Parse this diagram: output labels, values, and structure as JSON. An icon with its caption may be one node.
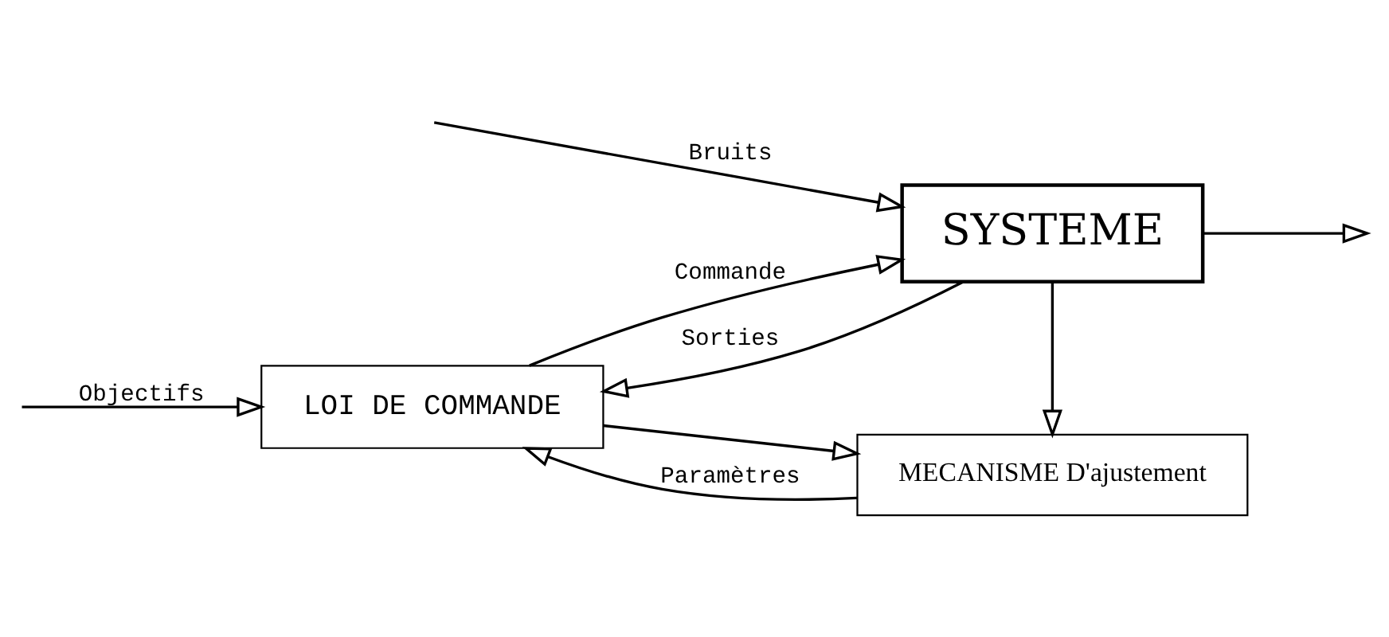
{
  "diagram": {
    "nodes": [
      {
        "text": [
          "LOI DE COMMANDE"
        ]
      },
      {
        "text": [
          "MECANISME D'ajustement"
        ]
      },
      {
        "text": [
          "SYSTEME"
        ]
      }
    ],
    "edges": [
      {
        "from": null,
        "to": 0,
        "arrow": "to",
        "label": "Objectifs"
      },
      {
        "from": 0,
        "to": 1,
        "arrow": "to"
      },
      {
        "from": 0,
        "to": 2,
        "arrow": "to",
        "label": "Commande"
      },
      {
        "from": 1,
        "to": 0,
        "arrow": "to",
        "label": "Paramètres"
      },
      {
        "from": null,
        "to": 2,
        "arrow": "to",
        "label": "Bruits"
      },
      {
        "from": 2,
        "to": 1,
        "arrow": "to"
      },
      {
        "from": 2,
        "to": null,
        "arrow": "to"
      },
      {
        "from": 2,
        "to": 0,
        "arrow": "to",
        "label": "Sorties"
      }
    ]
  }
}
